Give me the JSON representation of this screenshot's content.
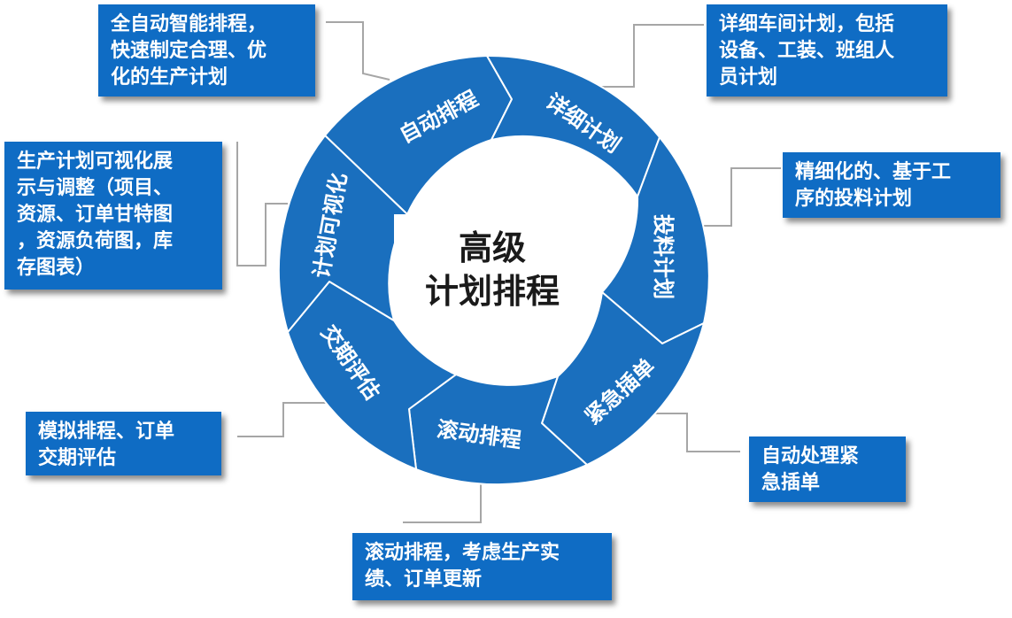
{
  "center": {
    "line1": "高级",
    "line2": "计划排程"
  },
  "segments": [
    {
      "id": "auto",
      "label": "自动排程"
    },
    {
      "id": "detail",
      "label": "详细计划"
    },
    {
      "id": "feed",
      "label": "投料计划"
    },
    {
      "id": "urgent",
      "label": "紧急插单"
    },
    {
      "id": "rolling",
      "label": "滚动排程"
    },
    {
      "id": "delivery",
      "label": "交期评估"
    },
    {
      "id": "visual",
      "label": "计划可视化"
    }
  ],
  "boxes": {
    "auto": "全自动智能排程，\n快速制定合理、优\n化的生产计划",
    "detail": "详细车间计划，包括\n设备、工装、班组人\n员计划",
    "feed": "精细化的、基于工\n序的投料计划",
    "urgent": "自动处理紧\n急插单",
    "rolling": "滚动排程，考虑生产实\n绩、订单更新",
    "delivery": "模拟排程、订单\n交期评估",
    "visual": "生产计划可视化展\n示与调整（项目、\n资源、订单甘特图\n，资源负荷图，库\n存图表）"
  },
  "colors": {
    "ring": "#1a6fbe",
    "box": "#0f6cc4",
    "connector": "#a6a6a6",
    "text_on_blue": "#ffffff",
    "center_text": "#1a1a1a"
  }
}
